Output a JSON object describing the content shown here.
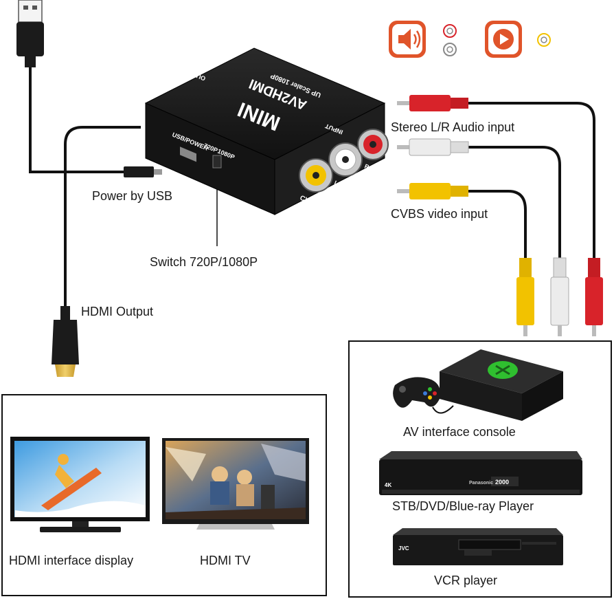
{
  "converter": {
    "brand": "MINI",
    "model": "AV2HDMI",
    "tagline": "UP Scaler 1080P",
    "port_output": "OUTPUT",
    "port_input": "INPUT",
    "port_usb": "USB/POWER",
    "switch_720": "720P",
    "switch_1080": "1080P",
    "jack_cvbs": "CVBS",
    "jack_l": "L",
    "jack_r": "R"
  },
  "labels": {
    "power_by_usb": "Power by USB",
    "switch": "Switch 720P/1080P",
    "hdmi_output": "HDMI Output",
    "stereo_input": "Stereo L/R Audio input",
    "cvbs_input": "CVBS video input"
  },
  "sources_box": {
    "console": "AV interface console",
    "dvd": "STB/DVD/Blue-ray Player",
    "vcr": "VCR player",
    "dvd_brand": "Panasonic",
    "dvd_display": "2000",
    "dvd_badge": "4K",
    "vcr_brand": "JVC"
  },
  "displays_box": {
    "display": "HDMI interface display",
    "tv": "HDMI TV"
  },
  "colors": {
    "red_plug": "#d8232a",
    "white_plug": "#e8e8e8",
    "yellow_plug": "#f2c200",
    "icon_orange": "#e0542a",
    "xbox_green": "#2fbf2f"
  },
  "icons": [
    "usb-plug-icon",
    "hdmi-plug-icon",
    "speaker-icon",
    "play-icon",
    "rca-ring-icon"
  ]
}
